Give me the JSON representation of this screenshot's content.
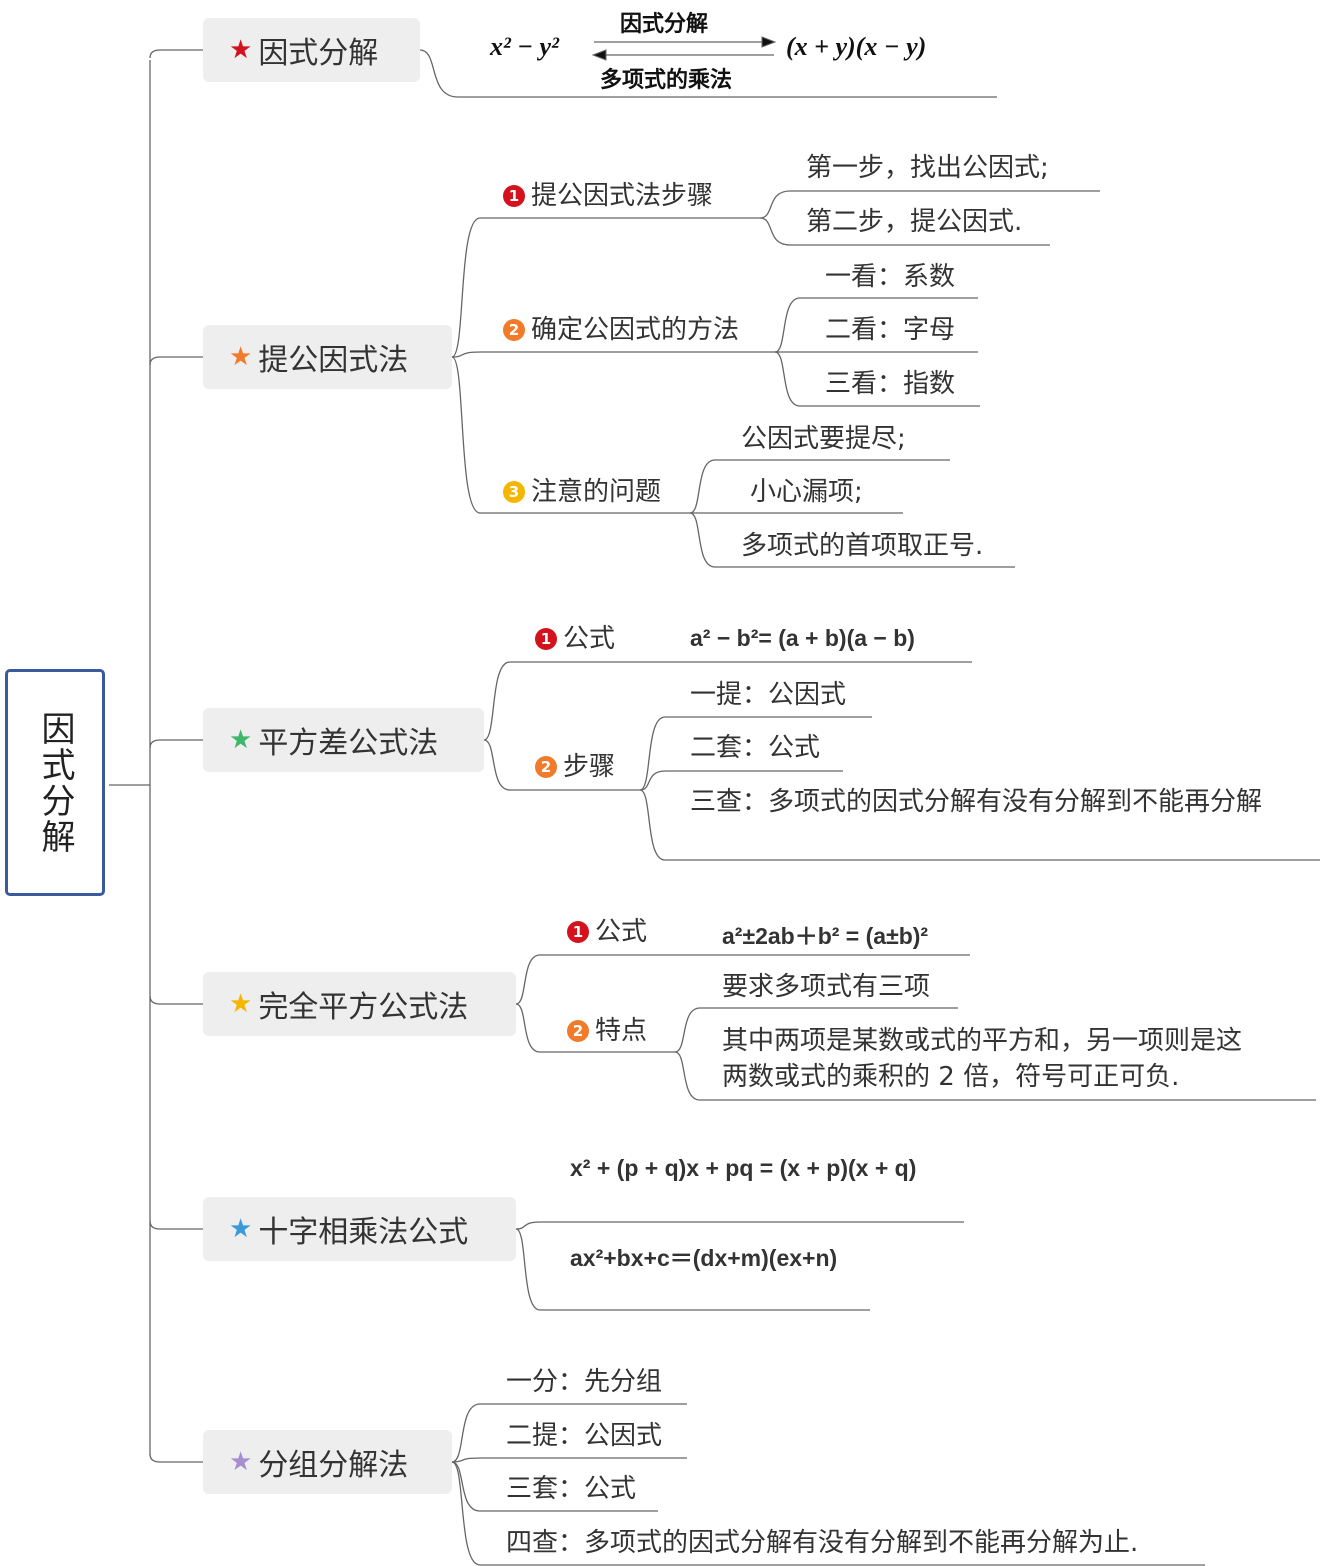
{
  "root": {
    "label": "因式分解"
  },
  "colors": {
    "red": "#d3121e",
    "orange": "#f07b2b",
    "green": "#3db86b",
    "yellow": "#f6b500",
    "blue": "#3a9ad9",
    "purple": "#a58fd0",
    "root_border": "#3a5aa0"
  },
  "nodes": [
    {
      "label": "因式分解",
      "star": "★",
      "formula": {
        "left": "x² − y²",
        "right": "(x + y)(x − y)",
        "arrow_top": "因式分解",
        "arrow_bottom": "多项式的乘法"
      }
    },
    {
      "label": "提公因式法",
      "star": "★",
      "groups": [
        {
          "badge": "1",
          "label": "提公因式法步骤",
          "items": [
            "第一步，找出公因式;",
            "第二步，提公因式."
          ]
        },
        {
          "badge": "2",
          "label": "确定公因式的方法",
          "items": [
            "一看：系数",
            "二看：字母",
            "三看：指数"
          ]
        },
        {
          "badge": "3",
          "label": "注意的问题",
          "items": [
            "公因式要提尽;",
            "小心漏项;",
            "多项式的首项取正号."
          ]
        }
      ]
    },
    {
      "label": "平方差公式法",
      "star": "★",
      "groups": [
        {
          "badge": "1",
          "label": "公式",
          "formula": "a² − b²= (a + b)(a − b)"
        },
        {
          "badge": "2",
          "label": "步骤",
          "items": [
            "一提：公因式",
            "二套：公式",
            "三查：多项式的因式分解有没有分解到不能再分解"
          ]
        }
      ]
    },
    {
      "label": "完全平方公式法",
      "star": "★",
      "groups": [
        {
          "badge": "1",
          "label": "公式",
          "formula": "a²±2ab＋b² = (a±b)²"
        },
        {
          "badge": "2",
          "label": "特点",
          "items": [
            "要求多项式有三项",
            "其中两项是某数或式的平方和，另一项则是这",
            "两数或式的乘积的 2 倍，符号可正可负."
          ]
        }
      ]
    },
    {
      "label": "十字相乘法公式",
      "star": "★",
      "formulas": [
        "x² + (p + q)x + pq = (x + p)(x + q)",
        "ax²+bx+c＝(dx+m)(ex+n)"
      ]
    },
    {
      "label": "分组分解法",
      "star": "★",
      "items": [
        "一分：先分组",
        "二提：公因式",
        "三套：公式",
        "四查：多项式的因式分解有没有分解到不能再分解为止."
      ]
    }
  ]
}
